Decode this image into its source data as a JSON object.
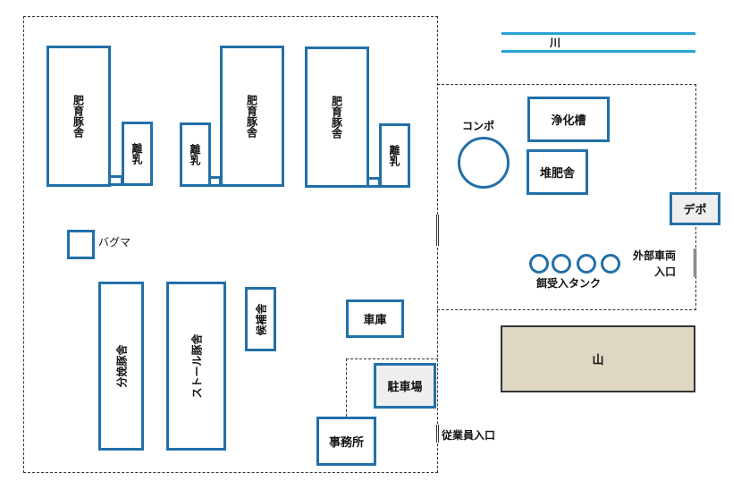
{
  "river": {
    "label": "川"
  },
  "buildings": {
    "fattening": [
      "肥育豚舎",
      "肥育豚舎",
      "肥育豚舎"
    ],
    "weaning": [
      "離乳",
      "離乳",
      "離乳"
    ],
    "compost": "コンポ",
    "septic": "浄化槽",
    "compost_barn": "堆肥舎",
    "depot": "デポ",
    "feed_tanks": "餌受入タンク",
    "vehicle_entrance": [
      "外部車両",
      "入口"
    ],
    "bagma": "バグマ",
    "farrowing": "分娩豚舎",
    "stall": "ストール豚舎",
    "candidate": "候補舎",
    "garage": "車庫",
    "parking": "駐車場",
    "office": "事務所",
    "staff_entrance": "従業員入口",
    "mountain": "山"
  },
  "colors": {
    "outline": "#2270a8",
    "mountain": "#ddd7c3"
  }
}
